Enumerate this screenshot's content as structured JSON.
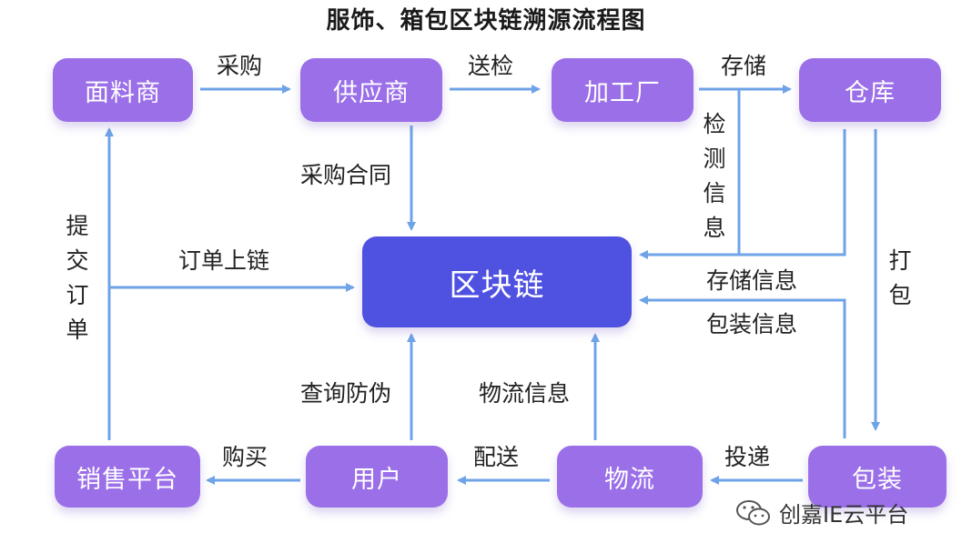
{
  "title": "服饰、箱包区块链溯源流程图",
  "colors": {
    "node": "#9B6FE8",
    "center": "#4F51E1",
    "arrow": "#6FA3E8"
  },
  "nodes": {
    "fabric": "面料商",
    "supplier": "供应商",
    "factory": "加工厂",
    "warehouse": "仓库",
    "blockchain": "区块链",
    "sales": "销售平台",
    "user": "用户",
    "logistics": "物流",
    "packaging": "包装"
  },
  "labels": {
    "purchase": "采购",
    "inspection": "送检",
    "storage": "存储",
    "contract": "采购合同",
    "test_info": "检测信息",
    "place_order": "提交订单",
    "order_chain": "订单上链",
    "storage_info": "存储信息",
    "package_info": "包装信息",
    "pack": "打包",
    "query": "查询防伪",
    "logistics_info": "物流信息",
    "buy": "购买",
    "deliver": "配送",
    "dispatch": "投递"
  },
  "watermark": {
    "icon": "wechat-icon",
    "text": "创嘉IE云平台"
  }
}
